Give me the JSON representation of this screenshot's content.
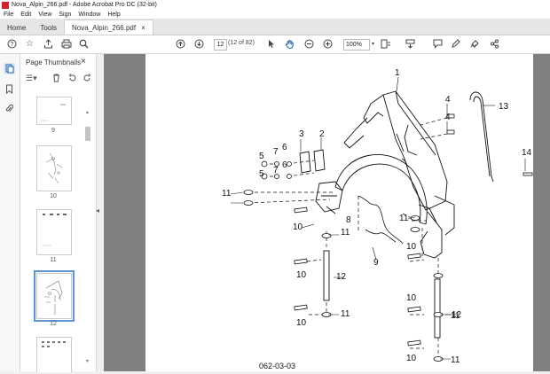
{
  "window": {
    "title": "Nova_Alpin_266.pdf - Adobe Acrobat Pro DC (32-bit)"
  },
  "menu": [
    "File",
    "Edit",
    "View",
    "Sign",
    "Window",
    "Help"
  ],
  "tabs": {
    "home": "Home",
    "tools": "Tools",
    "document": "Nova_Alpin_266.pdf",
    "close": "×"
  },
  "toolbar": {
    "page_input": "12",
    "page_count": "(12 of 82)",
    "zoom": "100%"
  },
  "panel": {
    "title": "Page Thumbnails",
    "close": "×",
    "thumbnails": [
      {
        "label": "9"
      },
      {
        "label": "10"
      },
      {
        "label": "11"
      },
      {
        "label": "12",
        "selected": true
      }
    ]
  },
  "drawing": {
    "callouts": [
      "1",
      "2",
      "3",
      "4",
      "4",
      "5",
      "5",
      "6",
      "6",
      "7",
      "7",
      "8",
      "9",
      "10",
      "10",
      "10",
      "10",
      "10",
      "10",
      "11",
      "11",
      "11",
      "11",
      "11",
      "11",
      "12",
      "12",
      "13",
      "14"
    ],
    "footer_code": "062-03-03"
  },
  "colors": {
    "accent": "#1a5fb4",
    "acrobat_red": "#d4202a"
  }
}
